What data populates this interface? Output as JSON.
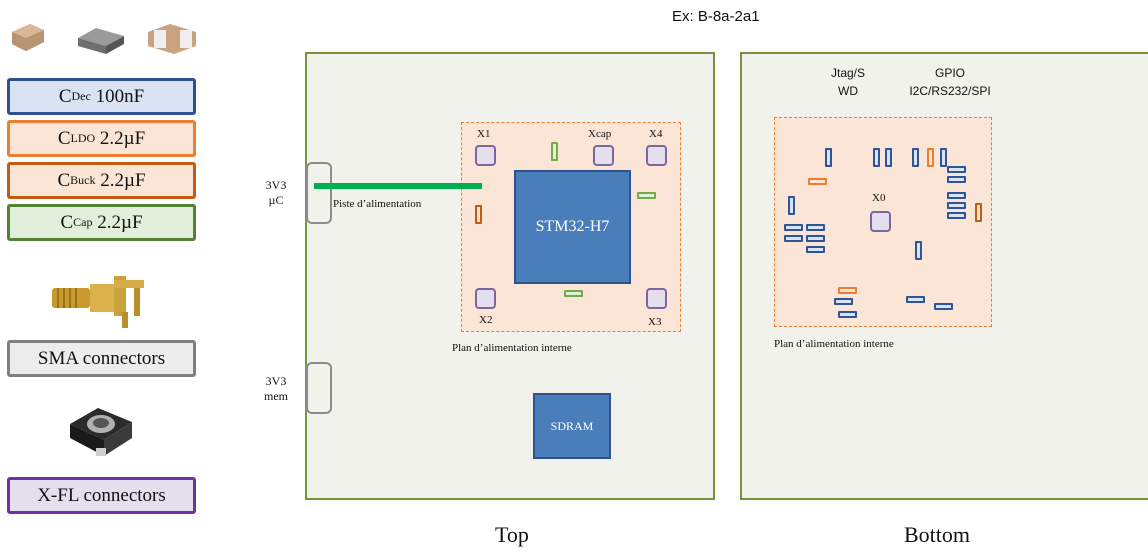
{
  "header": {
    "example": "Ex: B-8a-2a1"
  },
  "legend": {
    "caps": [
      {
        "main": "C",
        "sub": "Dec",
        "value": " 100nF",
        "border": "#2f528f",
        "fill": "#dae3f3"
      },
      {
        "main": "C",
        "sub": "LDO",
        "value": " 2.2µF",
        "border": "#ed7d31",
        "fill": "#fbe5d6"
      },
      {
        "main": "C",
        "sub": "Buck",
        "value": " 2.2µF",
        "border": "#c55a11",
        "fill": "#fbe5d6"
      },
      {
        "main": "C",
        "sub": "Cap",
        "value": " 2.2µF",
        "border": "#548235",
        "fill": "#e2efda"
      }
    ],
    "sma": "SMA connectors",
    "xfl": "X-FL connectors"
  },
  "top": {
    "label": "Top",
    "connector_uc": {
      "line1": "3V3",
      "line2": "µC"
    },
    "connector_mem": {
      "line1": "3V3",
      "line2": "mem"
    },
    "trace_label": "Piste d’alimentation",
    "plane_label": "Plan d’alimentation interne",
    "chip": "STM32-H7",
    "sdram": "SDRAM",
    "pads": {
      "x1": "X1",
      "xcap": "Xcap",
      "x4": "X4",
      "x2": "X2",
      "x3": "X3"
    }
  },
  "bottom": {
    "label": "Bottom",
    "jtag": {
      "line1": "Jtag/S",
      "line2": "WD"
    },
    "gpio": {
      "line1": "GPIO",
      "line2": "I2C/RS232/SPI"
    },
    "pad": "X0",
    "plane_label": "Plan d’alimentation interne"
  },
  "colors": {
    "board_border": "#77933c",
    "chip": "#4a7ebb",
    "trace": "#00b050",
    "plane": "#fbe5d6"
  }
}
